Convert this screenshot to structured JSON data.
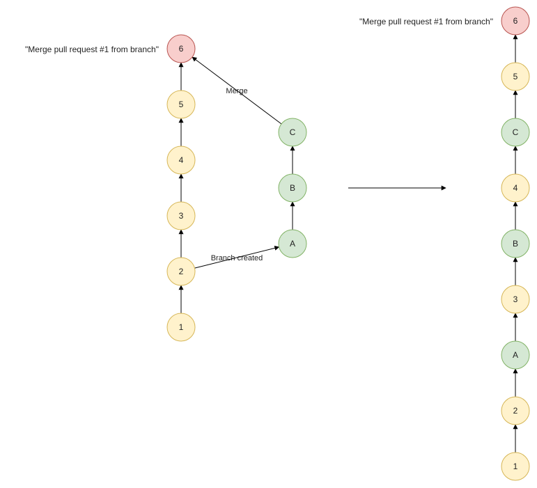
{
  "colors": {
    "main_fill": "#fff2cc",
    "main_stroke": "#d6b656",
    "branch_fill": "#d5e8d4",
    "branch_stroke": "#82b366",
    "merge_fill": "#f8cecc",
    "merge_stroke": "#b85450",
    "edge": "#000000"
  },
  "left": {
    "merge_caption": "\"Merge pull request #1 from branch\"",
    "main_commits": [
      "1",
      "2",
      "3",
      "4",
      "5"
    ],
    "branch_commits": [
      "A",
      "B",
      "C"
    ],
    "merge_commit": "6",
    "branch_edge_label": "Branch created",
    "merge_edge_label": "Merge"
  },
  "right": {
    "merge_caption": "\"Merge pull request #1 from branch\"",
    "commits": [
      {
        "label": "1",
        "kind": "main"
      },
      {
        "label": "2",
        "kind": "main"
      },
      {
        "label": "A",
        "kind": "branch"
      },
      {
        "label": "3",
        "kind": "main"
      },
      {
        "label": "B",
        "kind": "branch"
      },
      {
        "label": "4",
        "kind": "main"
      },
      {
        "label": "C",
        "kind": "branch"
      },
      {
        "label": "5",
        "kind": "main"
      },
      {
        "label": "6",
        "kind": "merge"
      }
    ]
  }
}
